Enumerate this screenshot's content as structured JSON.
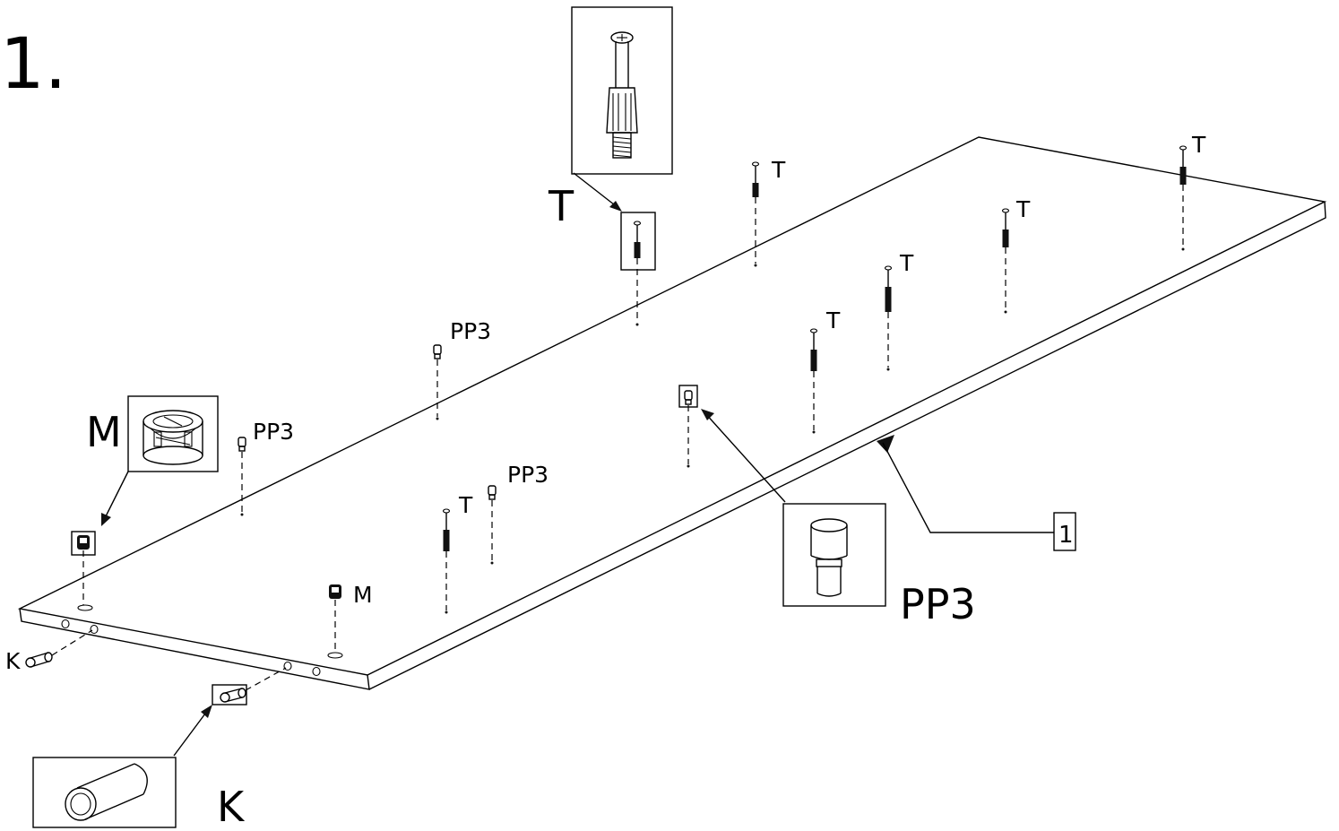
{
  "step": "1.",
  "panel": {
    "callout_number": "1"
  },
  "parts": {
    "T": "T",
    "PP3": "PP3",
    "M": "M",
    "K": "K"
  },
  "labels": {
    "big_T": "T",
    "big_M": "M",
    "big_PP3": "PP3",
    "big_K": "K",
    "t1": "T",
    "t2": "T",
    "t3": "T",
    "t4": "T",
    "t5": "T",
    "t6": "T",
    "pp3_1": "PP3",
    "pp3_2": "PP3",
    "pp3_3": "PP3",
    "m_small": "M",
    "k_small": "K"
  }
}
